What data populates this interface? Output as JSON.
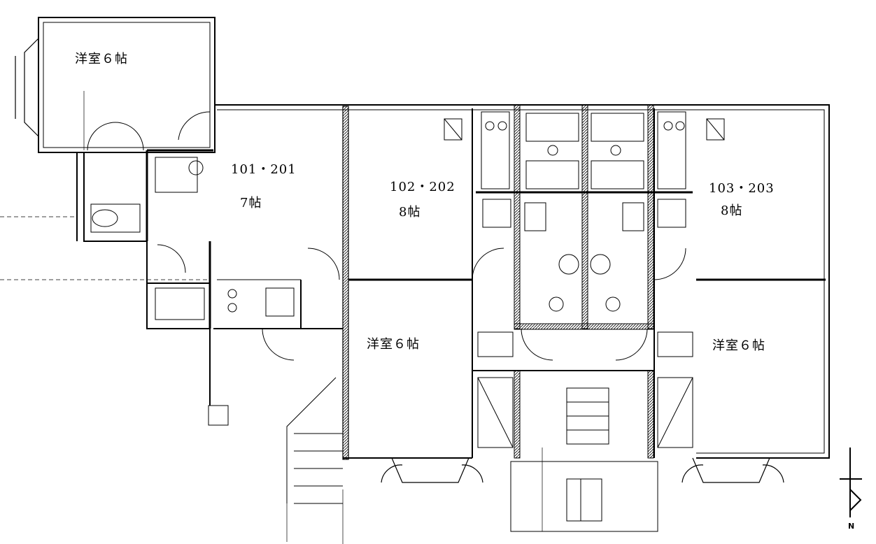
{
  "rooms": [
    {
      "id": "room-western-6-topleft",
      "label": "洋室６帖"
    },
    {
      "id": "unit-101-201",
      "label": "101・201"
    },
    {
      "id": "unit-101-201-size",
      "label": "7帖"
    },
    {
      "id": "unit-102-202",
      "label": "102・202"
    },
    {
      "id": "unit-102-202-size",
      "label": "8帖"
    },
    {
      "id": "unit-103-203",
      "label": "103・203"
    },
    {
      "id": "unit-103-203-size",
      "label": "8帖"
    },
    {
      "id": "room-western-6-mid",
      "label": "洋室６帖"
    },
    {
      "id": "room-western-6-right",
      "label": "洋室６帖"
    }
  ],
  "compass": {
    "label": "N"
  }
}
